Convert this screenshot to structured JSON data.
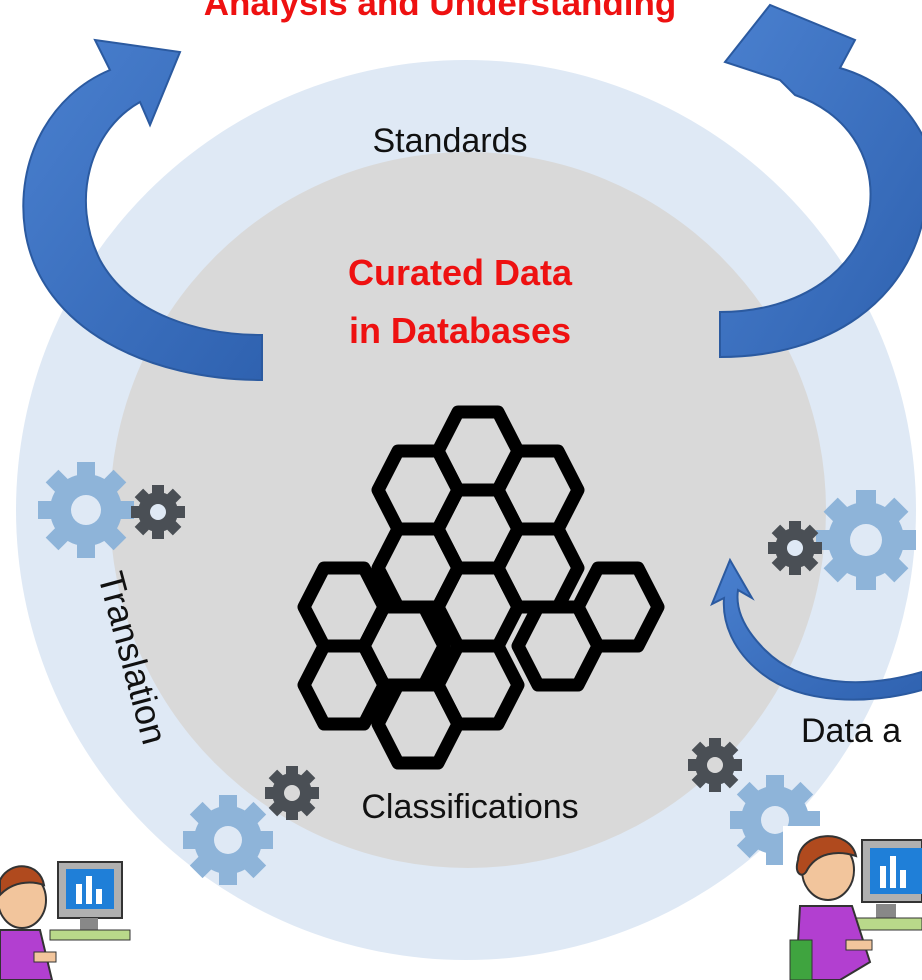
{
  "labels": {
    "top_title": "Analysis and Understanding",
    "standards": "Standards",
    "curated_line1": "Curated Data",
    "curated_line2": "in Databases",
    "translation": "Translation",
    "classifications": "Classifications",
    "data_partial": "Data a"
  },
  "colors": {
    "outer_ring": "#dfe9f5",
    "inner_circle": "#d9d9d9",
    "arrow_fill": "#3e73c3",
    "arrow_edge": "#2b5aa0",
    "gear_light": "#8eb4d9",
    "gear_dark": "#4a4f55",
    "title_red": "#ee1111",
    "hex_stroke": "#000000"
  },
  "icons": {
    "hexagon": "hexagon-icon",
    "gear": "gear-icon",
    "user_at_computer": "user-at-computer-icon"
  }
}
